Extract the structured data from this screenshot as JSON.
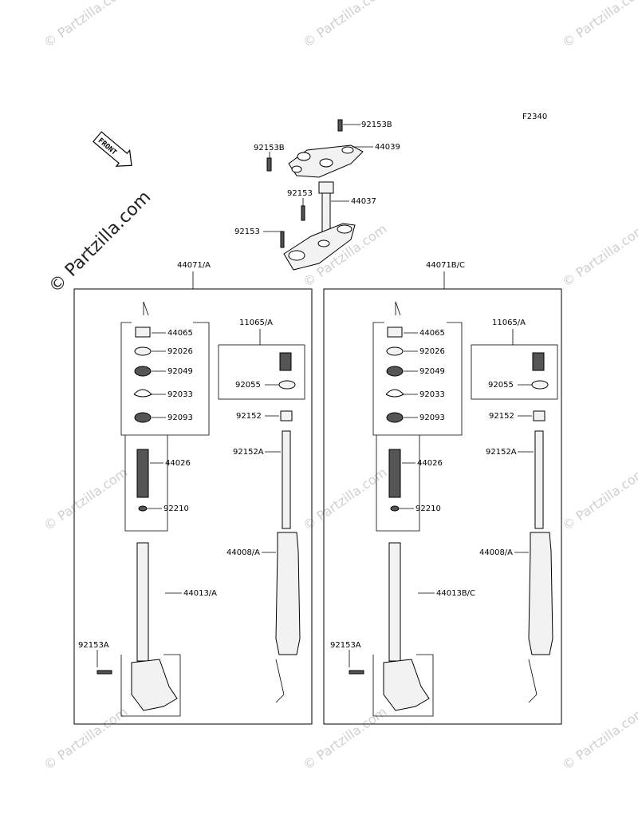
{
  "figure_code": "F2340",
  "front_arrow_label": "FRONT",
  "watermark_main": "© Partzilla.com",
  "watermark_small": "© Partzilla.com",
  "colors": {
    "line": "#000000",
    "watermark": "#cfcfcf",
    "part_fill": "#f2f2f2"
  },
  "top_assembly": {
    "labels": [
      "92153B",
      "92153B",
      "44039",
      "92153",
      "44037",
      "92153"
    ]
  },
  "left_fork": {
    "assembly_label": "44071/A",
    "parts": [
      "44065",
      "92026",
      "92049",
      "92033",
      "92093",
      "44026",
      "92210",
      "44013/A",
      "92153A"
    ],
    "cartridge_box_label": "11065/A",
    "cartridge_parts": [
      "92055",
      "92152",
      "92152A",
      "44008/A"
    ]
  },
  "right_fork": {
    "assembly_label": "44071B/C",
    "parts": [
      "44065",
      "92026",
      "92049",
      "92033",
      "92093",
      "44026",
      "92210",
      "44013B/C",
      "92153A"
    ],
    "cartridge_box_label": "11065/A",
    "cartridge_parts": [
      "92055",
      "92152",
      "92152A",
      "44008/A"
    ]
  }
}
